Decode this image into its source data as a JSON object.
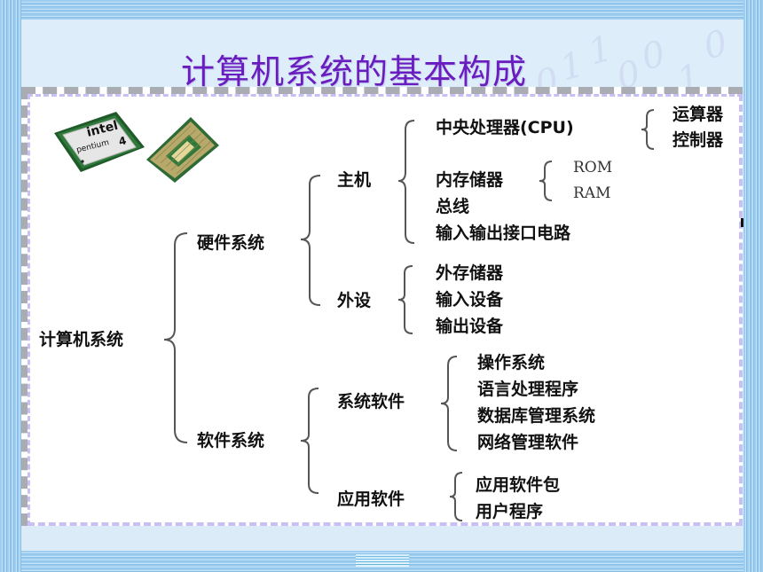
{
  "slide": {
    "title": "计算机系统的基本构成",
    "watermark_digits": [
      "0",
      "1",
      "1",
      "0",
      "0",
      "1",
      "1",
      "0"
    ],
    "colors": {
      "title": "#6a1dbf",
      "frame_stripe": "#9fcdf0",
      "background": "#dcebf8",
      "panel": "#ffffff",
      "panel_border_gray": "#a9adb3",
      "panel_border_lavender": "#c8c0f4",
      "text": "#111111"
    }
  },
  "images": {
    "chip_front": {
      "brand": "intel",
      "model": "pentium",
      "model_suffix": "4"
    },
    "chip_back": {
      "label": "CPU pin grid"
    }
  },
  "tree": {
    "root": "计算机系统",
    "hardware": {
      "label": "硬件系统",
      "host": {
        "label": "主机",
        "cpu": {
          "label": "中央处理器(CPU)",
          "children": [
            "运算器",
            "控制器"
          ]
        },
        "memory": {
          "label": "内存储器",
          "children": [
            "ROM",
            "RAM"
          ]
        },
        "bus": "总线",
        "io": "输入输出接口电路"
      },
      "peripherals": {
        "label": "外设",
        "children": [
          "外存储器",
          "输入设备",
          "输出设备"
        ]
      }
    },
    "software": {
      "label": "软件系统",
      "system": {
        "label": "系统软件",
        "children": [
          "操作系统",
          "语言处理程序",
          "数据库管理系统",
          "网络管理软件"
        ]
      },
      "application": {
        "label": "应用软件",
        "children": [
          "应用软件包",
          "用户程序"
        ]
      }
    }
  }
}
